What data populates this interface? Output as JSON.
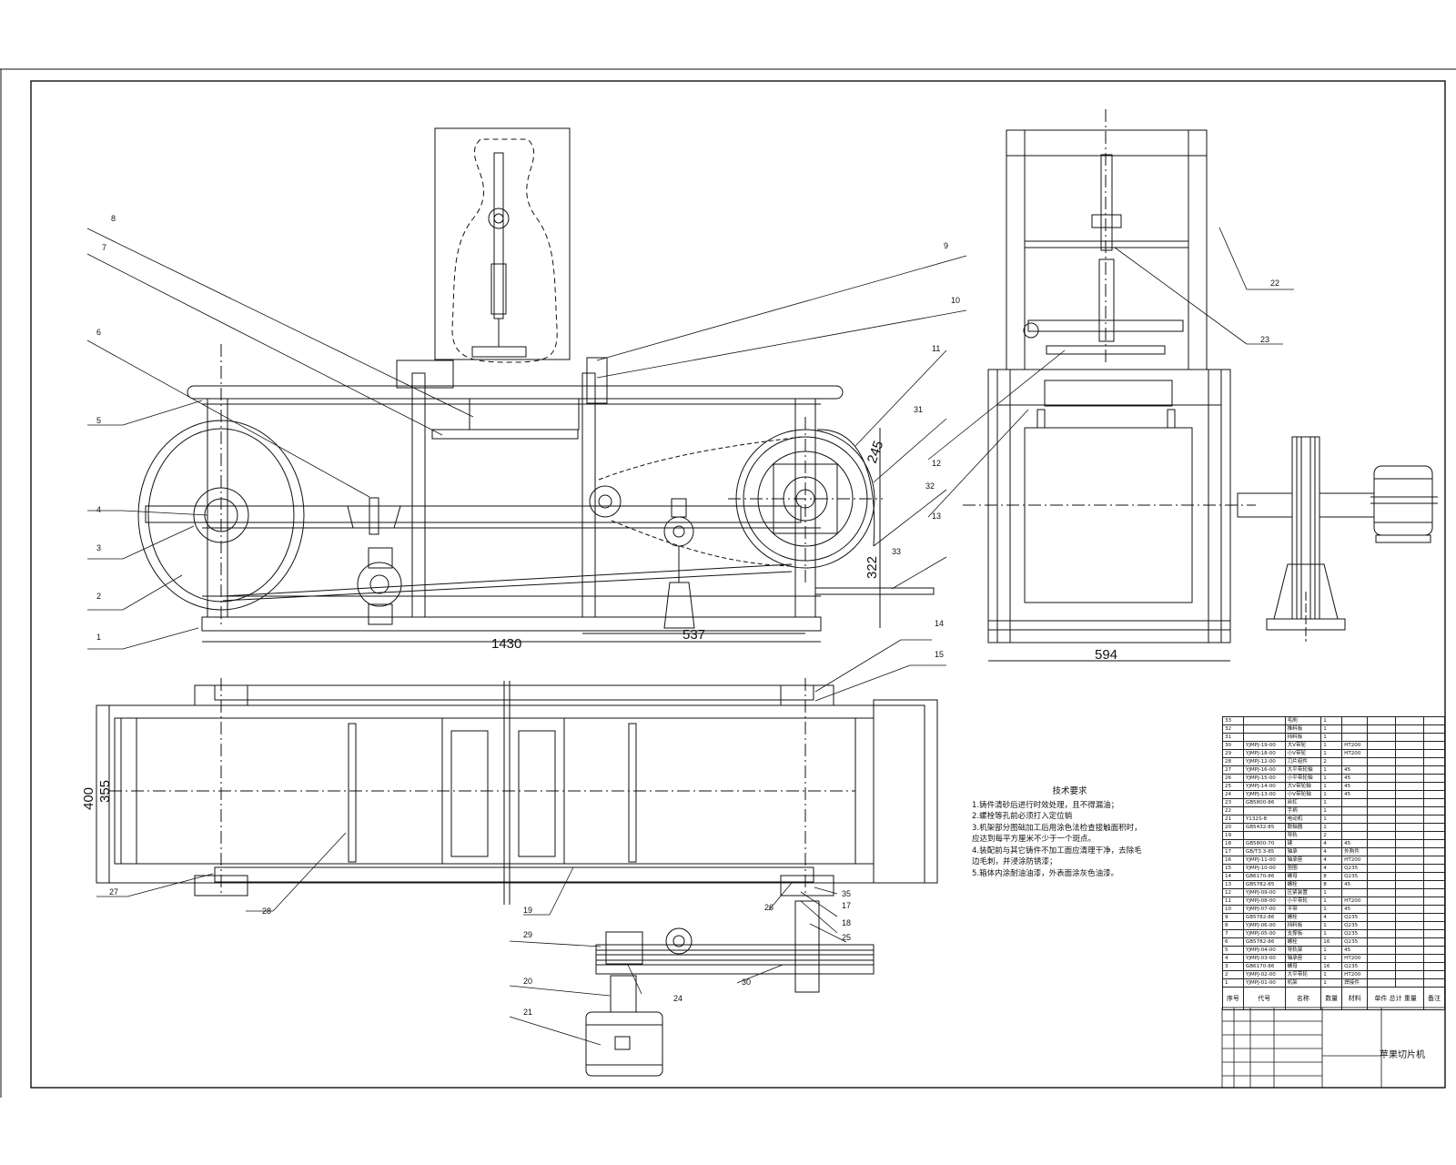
{
  "title_block": {
    "name": "苹果切片机"
  },
  "tech_requirements": {
    "heading": "技术要求",
    "items": [
      "1.铸件清砂后进行时效处理，且不得漏油；",
      "2.螺栓等孔前必须打入定位销",
      "3.机架部分图础加工后用涂色法检查接触面积时，",
      "   应达到每平方厘米不少于一个斑点。",
      "4.装配前与其它铸件不加工面应清理干净，去除毛",
      "   边毛刺，并浸涂防锈漆；",
      "5.箱体内涂耐油油漆，外表面涂灰色油漆。"
    ]
  },
  "dimensions": {
    "d1430": "1430",
    "d537": "537",
    "d594": "594",
    "d400": "400",
    "d355": "355",
    "d245": "245",
    "d322": "322"
  },
  "callouts": [
    "1",
    "2",
    "3",
    "4",
    "5",
    "6",
    "7",
    "8",
    "9",
    "10",
    "11",
    "12",
    "13",
    "14",
    "15",
    "17",
    "18",
    "19",
    "20",
    "21",
    "22",
    "23",
    "24",
    "25",
    "26",
    "27",
    "28",
    "29",
    "30",
    "31",
    "32",
    "33",
    "35"
  ],
  "bom": {
    "rows": [
      {
        "no": "33",
        "code": "",
        "name": "毛刷",
        "qty": "1",
        "mat": ""
      },
      {
        "no": "32",
        "code": "",
        "name": "推料板",
        "qty": "1",
        "mat": ""
      },
      {
        "no": "31",
        "code": "",
        "name": "挡料板",
        "qty": "1",
        "mat": ""
      },
      {
        "no": "30",
        "code": "YJMPJ-19-00",
        "name": "大V带轮",
        "qty": "1",
        "mat": "HT200"
      },
      {
        "no": "29",
        "code": "YJMPJ-18-00",
        "name": "小V带轮",
        "qty": "1",
        "mat": "HT200"
      },
      {
        "no": "28",
        "code": "YJMPJ-12-00",
        "name": "刀片组件",
        "qty": "2",
        "mat": ""
      },
      {
        "no": "27",
        "code": "YJMPJ-16-00",
        "name": "大平带轮轴",
        "qty": "1",
        "mat": "45"
      },
      {
        "no": "26",
        "code": "YJMPJ-15-00",
        "name": "小平带轮轴",
        "qty": "1",
        "mat": "45"
      },
      {
        "no": "25",
        "code": "YJMPJ-14-00",
        "name": "大V带轮轴",
        "qty": "1",
        "mat": "45"
      },
      {
        "no": "24",
        "code": "YJMPJ-13-00",
        "name": "小V带轮轴",
        "qty": "1",
        "mat": "45"
      },
      {
        "no": "23",
        "code": "GB5800-86",
        "name": "丝杠",
        "qty": "1",
        "mat": ""
      },
      {
        "no": "22",
        "code": "",
        "name": "手柄",
        "qty": "1",
        "mat": ""
      },
      {
        "no": "21",
        "code": "Y132S-8",
        "name": "电动机",
        "qty": "1",
        "mat": ""
      },
      {
        "no": "20",
        "code": "GB5432-85",
        "name": "联轴器",
        "qty": "1",
        "mat": ""
      },
      {
        "no": "19",
        "code": "",
        "name": "导轨",
        "qty": "2",
        "mat": ""
      },
      {
        "no": "18",
        "code": "GB5800-70",
        "name": "键",
        "qty": "4",
        "mat": "45"
      },
      {
        "no": "17",
        "code": "GB/T3.3-85",
        "name": "轴承",
        "qty": "4",
        "mat": "外购件"
      },
      {
        "no": "16",
        "code": "YJMPJ-11-00",
        "name": "轴承座",
        "qty": "4",
        "mat": "HT200"
      },
      {
        "no": "15",
        "code": "YJMPJ-10-00",
        "name": "垫圈",
        "qty": "4",
        "mat": "Q235"
      },
      {
        "no": "14",
        "code": "GB6170-86",
        "name": "螺母",
        "qty": "8",
        "mat": "Q235"
      },
      {
        "no": "13",
        "code": "GB5782-85",
        "name": "螺栓",
        "qty": "8",
        "mat": "45"
      },
      {
        "no": "12",
        "code": "YJMPJ-09-00",
        "name": "压紧装置",
        "qty": "1",
        "mat": ""
      },
      {
        "no": "11",
        "code": "YJMPJ-08-00",
        "name": "小平带轮",
        "qty": "1",
        "mat": "HT200"
      },
      {
        "no": "10",
        "code": "YJMPJ-07-00",
        "name": "平带",
        "qty": "1",
        "mat": "45"
      },
      {
        "no": "9",
        "code": "GB5782-86",
        "name": "螺栓",
        "qty": "4",
        "mat": "Q235"
      },
      {
        "no": "8",
        "code": "YJMPJ-06-00",
        "name": "挡料板",
        "qty": "1",
        "mat": "Q235"
      },
      {
        "no": "7",
        "code": "YJMPJ-05-00",
        "name": "支撑板",
        "qty": "1",
        "mat": "Q235"
      },
      {
        "no": "6",
        "code": "GB5782-86",
        "name": "螺栓",
        "qty": "16",
        "mat": "Q235"
      },
      {
        "no": "5",
        "code": "YJMPJ-04-00",
        "name": "导轨架",
        "qty": "1",
        "mat": "45"
      },
      {
        "no": "4",
        "code": "YJMPJ-03-00",
        "name": "轴承座",
        "qty": "1",
        "mat": "HT200"
      },
      {
        "no": "3",
        "code": "GB6170-86",
        "name": "螺母",
        "qty": "16",
        "mat": "Q235"
      },
      {
        "no": "2",
        "code": "YJMPJ-02-00",
        "name": "大平带轮",
        "qty": "1",
        "mat": "HT200"
      },
      {
        "no": "1",
        "code": "YJMPJ-01-00",
        "name": "机架",
        "qty": "1",
        "mat": "焊接件"
      }
    ],
    "header": {
      "no": "序号",
      "code": "代号",
      "name": "名称",
      "qty": "数量",
      "mat": "材料",
      "weight": "单件 总计 重量",
      "note": "备注"
    }
  }
}
